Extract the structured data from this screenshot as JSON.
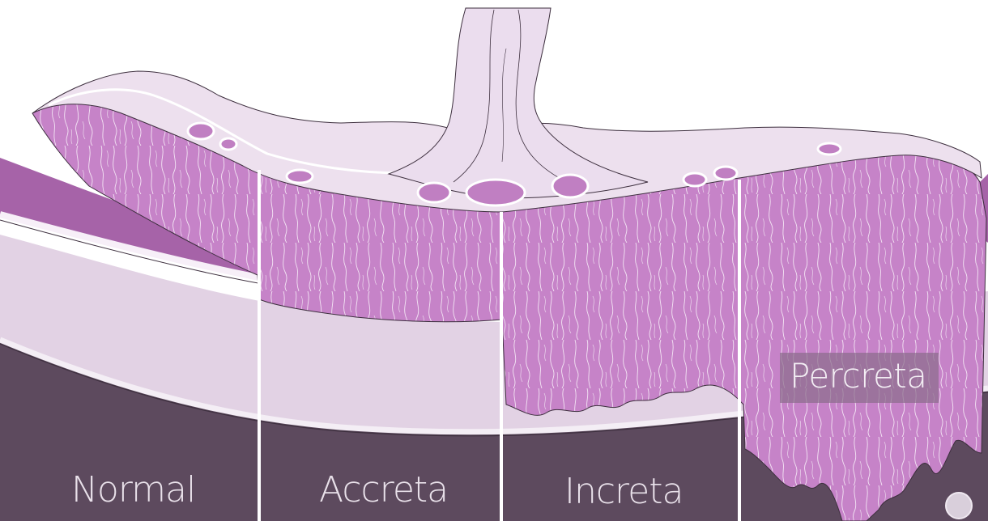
{
  "labels": {
    "normal": "Normal",
    "accreta": "Accreta",
    "increta": "Increta",
    "percreta": "Percreta"
  },
  "colors": {
    "background": "#ffffff",
    "dark_base": "#5d4a5e",
    "uterine_layer": "#e2d2e4",
    "placenta": "#c683c8",
    "membrane": "#ede0ee",
    "outer_band": "#a663a8",
    "vessel": "#c07fc2",
    "divider": "#ffffff"
  },
  "icons": {
    "logo": "channel-logo-icon"
  }
}
